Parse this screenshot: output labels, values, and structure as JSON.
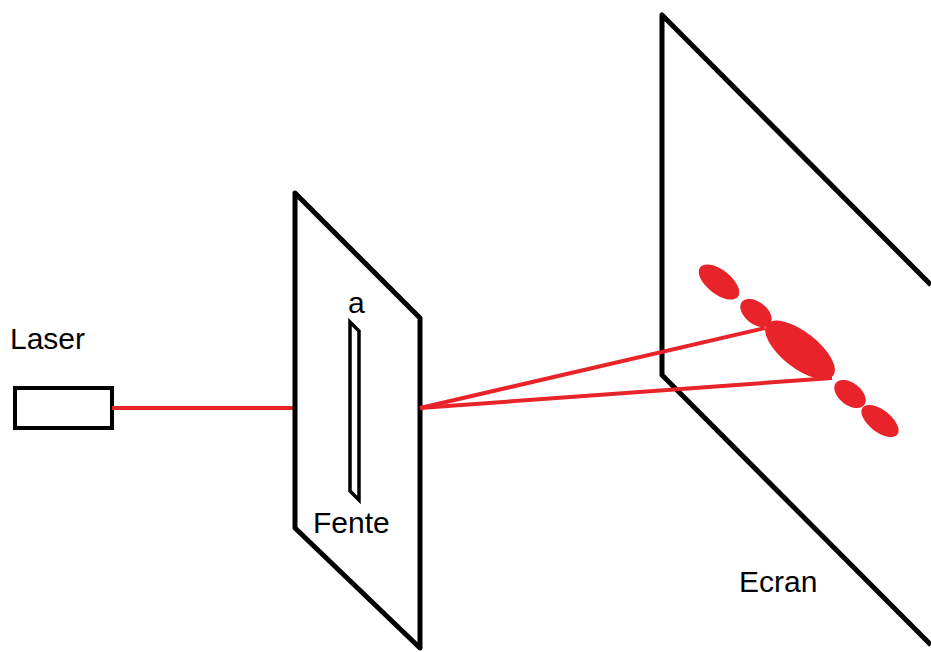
{
  "diagram": {
    "labels": [
      "Laser",
      "a",
      "Fente",
      "Ecran"
    ]
  }
}
